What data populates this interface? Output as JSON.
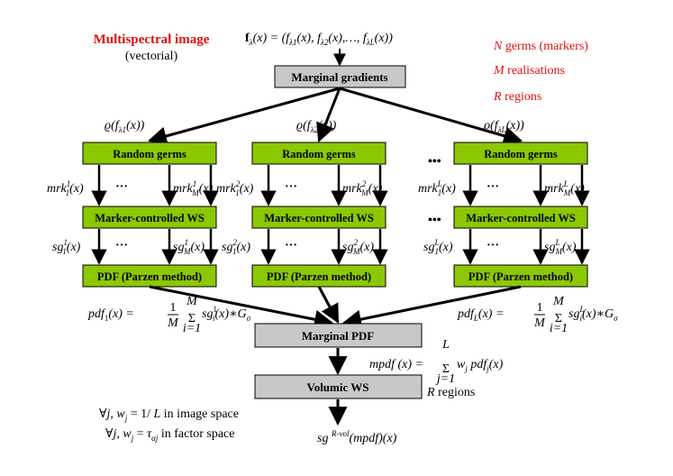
{
  "header": {
    "title": "Multispectral image",
    "subtitle": "(vectorial)",
    "formula": "fλ(x) = (fλ1(x), fλ2(x),…, fλL(x))"
  },
  "notes": {
    "germs_var": "N",
    "germs_text": "germs (markers)",
    "real_var": "M",
    "real_text": "realisations",
    "reg_var": "R",
    "reg_text": "regions"
  },
  "top_box": "Marginal gradients",
  "gradients": [
    "ϱ(fλ1(x))",
    "ϱ(fλ2(x))",
    "ϱ(fλL(x))"
  ],
  "columns": [
    {
      "germs": "Random germs",
      "mrk_first": "mrk₁¹(x)",
      "mrk_last": "mrkₘ¹(x)",
      "ws": "Marker-controlled WS",
      "sg_first": "sg₁¹(x)",
      "sg_last": "sgₘ¹(x)",
      "pdf": "PDF (Parzen method)"
    },
    {
      "germs": "Random germs",
      "mrk_first": "mrk₁²(x)",
      "mrk_last": "mrkₘ²(x)",
      "ws": "Marker-controlled WS",
      "sg_first": "sg₁²(x)",
      "sg_last": "sgₘ²(x)",
      "pdf": "PDF (Parzen method)"
    },
    {
      "germs": "Random germs",
      "mrk_first": "mrk₁ᴸ(x)",
      "mrk_last": "mrkₘᴸ(x)",
      "ws": "Marker-controlled WS",
      "sg_first": "sg₁ᴸ(x)",
      "sg_last": "sgₘᴸ(x)",
      "pdf": "PDF (Parzen method)"
    }
  ],
  "ellipsis": "•••",
  "small_dots": "···",
  "pdf_left": "pdf₁(x) = (1/M) Σᵢ₌₁ᴹ sgᵢ¹(x) * Gσ",
  "pdf_right": "pdfᴸ(x) = (1/M) Σᵢ₌₁ᴹ sgᵢᴸ(x) * Gσ",
  "marginal_pdf": "Marginal PDF",
  "mpdf": "mpdf(x) = Σⱼ₌₁ᴸ wⱼ pdfⱼ(x)",
  "volumic_ws": "Volumic WS",
  "r_regions": "R regions",
  "cond1": "∀j, wⱼ = 1/L  in image space",
  "cond2": "∀j, wⱼ = ταⱼ  in factor space",
  "output": "sg R-vol(mpdf)(x)",
  "colors": {
    "green_box": "#8cc800",
    "gray_box": "#c8c8c8",
    "red_text": "#e01010",
    "border": "#000000"
  }
}
